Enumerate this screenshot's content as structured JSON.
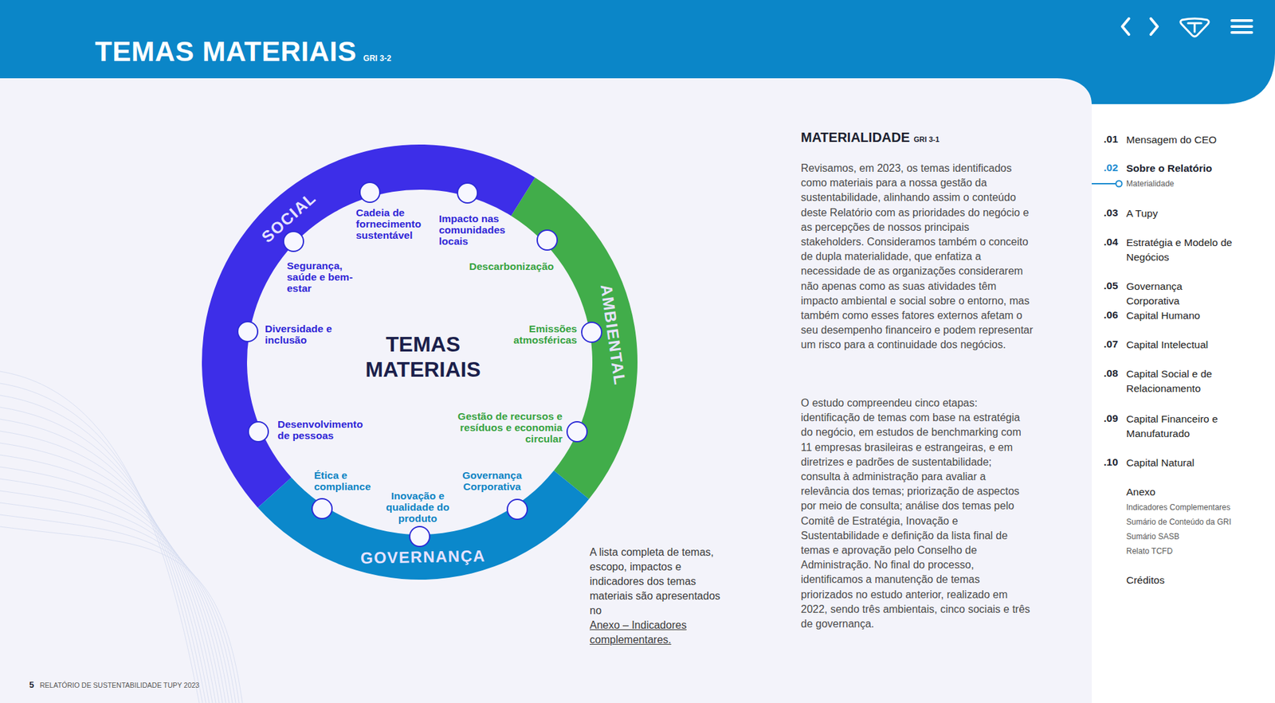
{
  "diagram": {
    "title": "TEMAS MATERIAIS",
    "nodes": [
      {
        "text": [
          "SOCIAL"
        ]
      },
      {
        "text": [
          "AMBIENTAL"
        ]
      },
      {
        "text": [
          "GOVERNANÇA"
        ]
      },
      {
        "text": [
          "Cadeia de fornecimento sustentável"
        ]
      },
      {
        "text": [
          "Impacto nas comunidades locais"
        ]
      },
      {
        "text": [
          "Descarbonização"
        ]
      },
      {
        "text": [
          "Emissões atmosféricas"
        ]
      },
      {
        "text": [
          "Gestão de recursos e resíduos e economia circular"
        ]
      },
      {
        "text": [
          "Governança Corporativa"
        ]
      },
      {
        "text": [
          "Inovação e qualidade do produto"
        ]
      },
      {
        "text": [
          "Ética e compliance"
        ]
      },
      {
        "text": [
          "Desenvolvimento de pessoas"
        ]
      },
      {
        "text": [
          "Diversidade e inclusão"
        ]
      },
      {
        "text": [
          "Segurança, saúde e bem-estar"
        ]
      }
    ],
    "labels": [
      "GRI 3-2",
      "TEMAS MATERIAIS",
      "A lista completa de temas, escopo, impactos e indicadores dos temas materiais são apresentados no",
      "Anexo – Indicadores complementares.",
      "MATERIALIDADE",
      "GRI 3-1",
      "Revisamos, em 2023, os temas identificados como materiais para a nossa gestão da sustentabilidade, alinhando assim o conteúdo deste Relatório com as prioridades do negócio e as percepções de nossos principais stakeholders. Consideramos também o conceito de dupla materialidade, que enfatiza a necessidade de as organizações considerarem não apenas como as suas atividades têm impacto ambiental e social sobre o entorno, mas também como esses fatores externos afetam o seu desempenho financeiro e podem representar um risco para a continuidade dos negócios.",
      "O estudo compreendeu cinco etapas: identificação de temas com base na estratégia do negócio, em estudos de benchmarking com 11 empresas brasileiras e estrangeiras, e em diretrizes e padrões de sustentabilidade; consulta à administração para avaliar a relevância dos temas; priorização de aspectos por meio de consulta; análise dos temas pelo Comitê de Estratégia, Inovação e Sustentabilidade e definição da lista final de temas e aprovação pelo Conselho de Administração. No final do processo, identificamos a manutenção de temas priorizados no estudo anterior, realizado em 2022, sendo três ambientais, cinco sociais e três de governança.",
      ".01",
      "Mensagem do CEO",
      ".02",
      "Sobre o Relatório",
      "Materialidade",
      ".03",
      "A Tupy",
      ".04",
      "Estratégia e Modelo de Negócios",
      ".05",
      "Governança Corporativa",
      ".06",
      "Capital Humano",
      ".07",
      "Capital Intelectual",
      ".08",
      "Capital Social e de Relacionamento",
      ".09",
      "Capital Financeiro e Manufaturado",
      ".10",
      "Capital Natural",
      "Anexo",
      "Indicadores Complementares",
      "Sumário de Conteúdo da GRI",
      "Sumário SASB",
      "Relato TCFD",
      "Créditos",
      "5",
      "RELATÓRIO DE SUSTENTABILIDADE TUPY 2023"
    ]
  }
}
